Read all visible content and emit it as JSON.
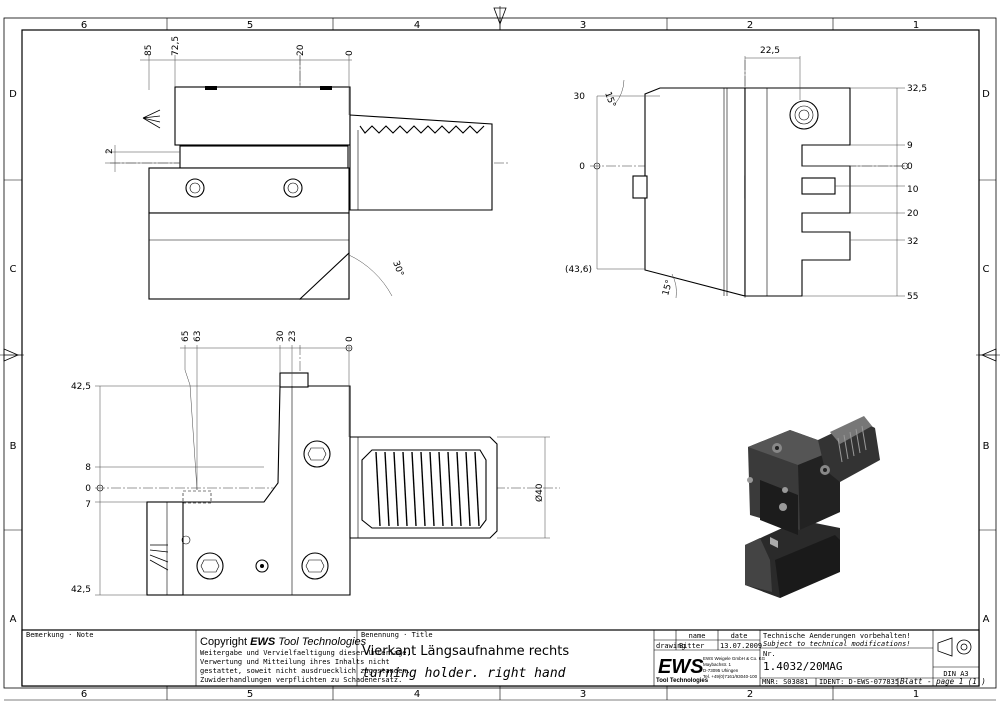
{
  "border": {
    "columns_top": [
      "6",
      "5",
      "4",
      "3",
      "2",
      "1"
    ],
    "columns_bottom": [
      "6",
      "5",
      "4",
      "3",
      "2",
      "1"
    ],
    "rows_left": [
      "D",
      "C",
      "B",
      "A"
    ],
    "rows_right": [
      "D",
      "C",
      "B",
      "A"
    ]
  },
  "views": {
    "front": {
      "dims_top": [
        "85",
        "72,5",
        "20",
        "0"
      ],
      "dim_left": "2",
      "angle": "30°"
    },
    "side": {
      "dim_top": "22,5",
      "dims_left": [
        "30",
        "0",
        "(43,6)"
      ],
      "angle_top": "15°",
      "angle_bottom": "15°",
      "dims_right": [
        "32,5",
        "9",
        "0",
        "10",
        "20",
        "32",
        "55"
      ]
    },
    "top": {
      "dims_top": [
        "65",
        "63",
        "30",
        "23",
        "0"
      ],
      "dims_left": [
        "42,5",
        "8",
        "0",
        "7",
        "42,5"
      ],
      "diameter": "Ø40"
    }
  },
  "title_block": {
    "note_label": "Bemerkung · Note",
    "copyright_prefix": "Copyright ",
    "copyright_brand": "EWS",
    "copyright_suffix": " Tool Technologies",
    "copyright_lines": [
      "Weitergabe und Vervielfaeltigung dieser Unterlage,",
      "Verwertung und Mitteilung ihres Inhalts nicht",
      "gestattet, soweit nicht ausdruecklich zugestanden.",
      "Zuwiderhandlungen verpflichten zu Schadenersatz."
    ],
    "title_label": "Benennung · Title",
    "title_de": "Vierkant Längsaufnahme rechts",
    "title_en": "turning holder. right hand",
    "col_name": "name",
    "col_date": "date",
    "row_drawing": "drawing",
    "drawer": "Bitter",
    "drawing_date": "13.07.2009",
    "logo": "EWS",
    "logo_sub": "Tool Technologies",
    "address_lines": [
      "EWS Weigele GmbH & Co. KG",
      "Maybachstr. 1",
      "D-73095 Uhingen",
      "Tel. +49(0)7161/93040-100"
    ],
    "notice_de": "Technische Aenderungen vorbehalten!",
    "notice_en": "Subject to technical modifications!",
    "nr_label": "Nr.",
    "part_number": "1.4032/20MAG",
    "mnr": "MNR: S03881",
    "ident": "IDENT: D-EWS-077835 -",
    "sheet": "Blatt - page  1 (1 )",
    "format": "DIN A3"
  }
}
